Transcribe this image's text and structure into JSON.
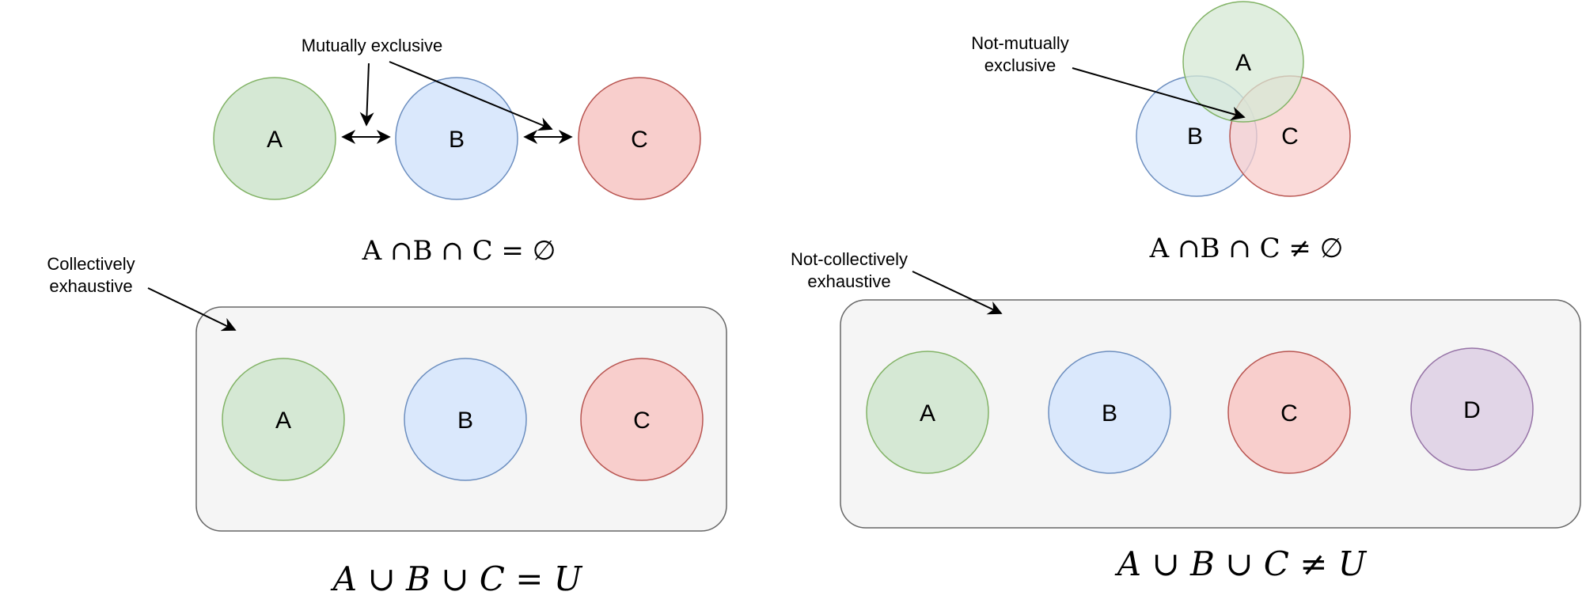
{
  "colors": {
    "green_fill": "#d5e8d4",
    "green_stroke": "#82b366",
    "blue_fill": "#dae8fc",
    "blue_stroke": "#6c8ebf",
    "red_fill": "#f8cecc",
    "red_stroke": "#b85450",
    "purple_fill": "#e1d5e7",
    "purple_stroke": "#9673a6",
    "box_fill": "#f5f5f5",
    "box_stroke": "#666666"
  },
  "mutually_exclusive": {
    "annotation": "Mutually exclusive",
    "circles": [
      "A",
      "B",
      "C"
    ],
    "formula": "A ∩B ∩ C = ∅"
  },
  "not_mutually_exclusive": {
    "annotation_line1": "Not-mutually",
    "annotation_line2": "exclusive",
    "circles": [
      "A",
      "B",
      "C"
    ],
    "formula": "A ∩B ∩ C ≠ ∅"
  },
  "collectively_exhaustive": {
    "annotation_line1": "Collectively",
    "annotation_line2": "exhaustive",
    "circles": [
      "A",
      "B",
      "C"
    ],
    "formula": "A ∪ B ∪ C = U"
  },
  "not_collectively_exhaustive": {
    "annotation_line1": "Not-collectively",
    "annotation_line2": "exhaustive",
    "circles": [
      "A",
      "B",
      "C",
      "D"
    ],
    "formula": "A ∪ B ∪ C ≠ U"
  }
}
